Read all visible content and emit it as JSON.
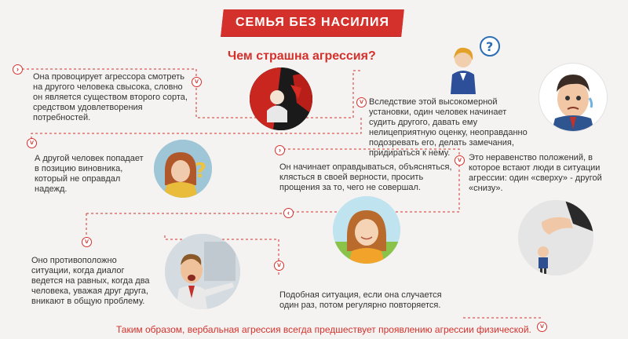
{
  "header": {
    "title": "СЕМЬЯ БЕЗ НАСИЛИЯ",
    "subtitle": "Чем страшна агрессия?"
  },
  "blocks": {
    "b1": "Она провоцирует агрессора смотреть на другого человека свысока, словно он является существом второго сорта, средством удовлетворения потребностей.",
    "b2": "Вследствие этой высокомерной установки, один человек начинает судить другого, давать ему нелицеприятную оценку, неоправданно подозревать его, делать замечания, придираться к нему.",
    "b3": "А другой человек попадает в позицию виновника, который не оправдал надежд.",
    "b4": "Он начинает оправдываться, объясняться, клясться в своей верности, просить прощения за то, чего не совершал.",
    "b5": "Это неравенство положений, в которое встают люди в ситуации агрессии: один «сверху» - другой «снизу».",
    "b6": "Оно противоположно ситуации, когда диалог ведется на равных, когда два человека, уважая друг друга, вникают в общую проблему.",
    "b7": "Подобная ситуация, если она случается один раз, потом  регулярно повторяется."
  },
  "conclusion": "Таким образом, вербальная агрессия всегда предшествует проявлению агрессии физической.",
  "icons": [
    "question-mark-icon",
    "arrow-right-icon",
    "arrow-down-icon",
    "arrow-left-icon"
  ],
  "colors": {
    "accent": "#d5312c",
    "background": "#f4f3f1"
  }
}
